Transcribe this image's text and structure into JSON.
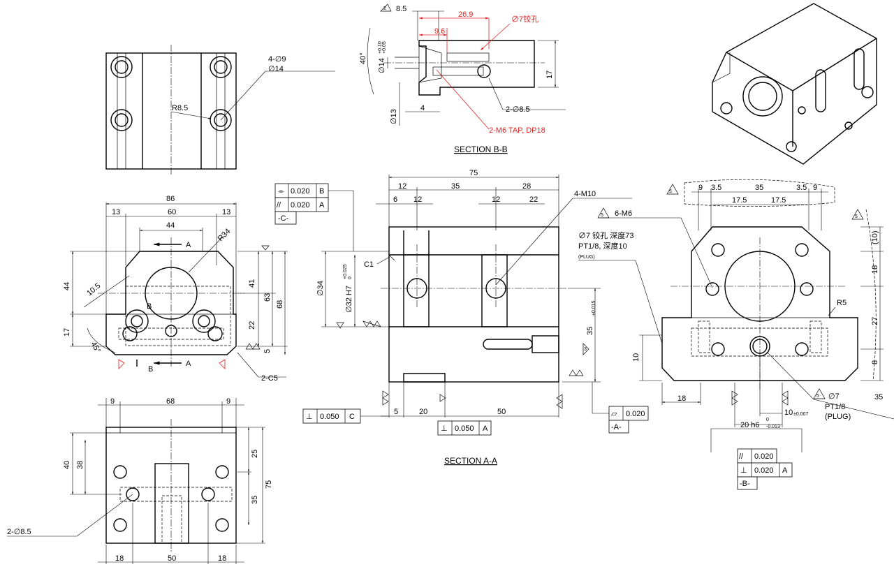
{
  "titles": {
    "section_bb": "SECTION B-B",
    "section_aa": "SECTION A-A"
  },
  "top_view": {
    "holes_note_1": "4-∅9",
    "holes_note_2": "∅14",
    "radius": "R8.5"
  },
  "section_bb": {
    "d_8_5": "8.5",
    "d_26_9": "26.9",
    "d_9_6": "9.6",
    "d_17": "17",
    "d_4": "4",
    "angle": "40°",
    "dia14": "∅14",
    "tol_up": "+0.10",
    "tol_lo": "+0.05",
    "dia13": "∅13",
    "ream_note": "∅7铰孔",
    "hole_note": "2-∅8.5",
    "tap_note": "2-M6 TAP, DP18",
    "tri_label": "2"
  },
  "front_view": {
    "d86": "86",
    "d60": "60",
    "d13a": "13",
    "d13b": "13",
    "d44": "44",
    "r34": "R34",
    "d10_5": "10.5",
    "d44v": "44",
    "d17v": "17",
    "angle45": "45°",
    "d41": "41",
    "d63": "63",
    "d68": "68",
    "d22": "22",
    "d5": "5",
    "cut_a": "A",
    "cut_a2": "A",
    "cut_b": "B",
    "cut_b2": "B",
    "chamfer": "2-C5"
  },
  "bottom_view": {
    "d9a": "9",
    "d68": "68",
    "d9b": "9",
    "d40": "40",
    "d38": "38",
    "d25": "25",
    "d35": "35",
    "d75": "75",
    "d18a": "18",
    "d50": "50",
    "d18b": "18",
    "hole_note": "2-∅8.5"
  },
  "section_aa": {
    "d75": "75",
    "d12a": "12",
    "d35": "35",
    "d28": "28",
    "d6": "6",
    "d12b": "12",
    "d12c": "12",
    "d22": "22",
    "m10": "4-M10",
    "c1": "C1",
    "dia34": "∅34",
    "dia32": "∅32 H7",
    "tol_up": "+0.025",
    "tol_lo": "0",
    "d35v": "35",
    "tol35": "±0.015",
    "d5": "5",
    "d20": "20",
    "d50": "50",
    "datum_a_tri": "3"
  },
  "fcf_c": {
    "row1_sym": "⌯",
    "row1_val": "0.020",
    "row1_ref": "B",
    "row2_sym": "//",
    "row2_val": "0.020",
    "row2_ref": "A",
    "datum": "-C-"
  },
  "fcf_perp_c": {
    "sym": "⊥",
    "val": "0.050",
    "ref": "C"
  },
  "fcf_perp_a": {
    "sym": "⊥",
    "val": "0.050",
    "ref": "A"
  },
  "fcf_flat": {
    "sym": "▱",
    "val": "0.020",
    "datum": "-A-"
  },
  "right_view": {
    "d9a": "9",
    "d3_5a": "3.5",
    "d35": "35",
    "d3_5b": "3.5",
    "d9b": "9",
    "d17_5a": "17.5",
    "d17_5b": "17.5",
    "m6": "6-M6",
    "tri5a": "5",
    "tri5b": "5",
    "tri5c": "5",
    "tri5d": "5",
    "ream": "∅7 铰孔 深度73",
    "pt": "PT1/8, 深度10",
    "plug": "(PLUG)",
    "r5": "R5",
    "d10v": "10",
    "d18": "18",
    "d20": "20 h6",
    "tol20_up": "0",
    "tol20_lo": "-0.013",
    "d10": "10",
    "tol10": "±0.007",
    "d10r": "(10)",
    "d18r": "18",
    "d27r": "27",
    "d8r": "8",
    "d35r": "35",
    "dia7": "∅7",
    "pt2": "PT1/8",
    "plug2": "(PLUG)"
  },
  "fcf_b": {
    "row1_sym": "//",
    "row1_val": "0.020",
    "row2_sym": "⊥",
    "row2_val": "0.020",
    "row2_ref": "A",
    "datum": "-B-"
  }
}
